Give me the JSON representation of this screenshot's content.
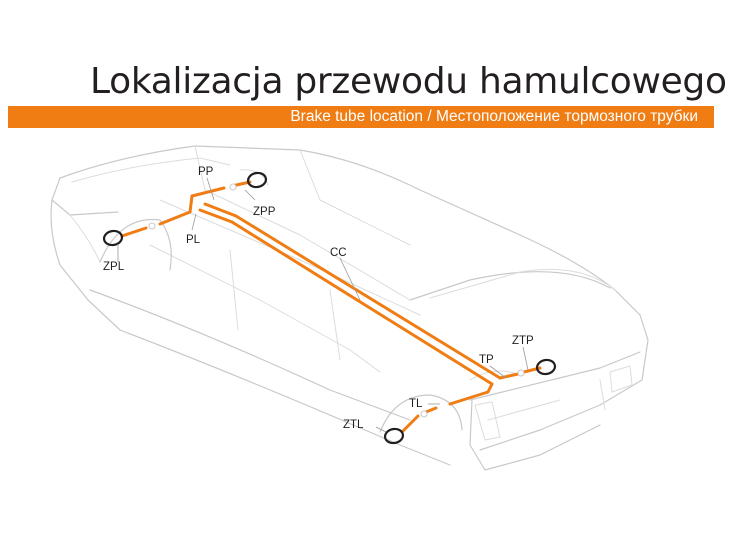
{
  "header": {
    "title": "Lokalizacja przewodu hamulcowego",
    "subtitle": "Brake tube location / Местоположение тормозного трубки"
  },
  "colors": {
    "accent": "#ef7d14",
    "text": "#231f20",
    "car_outline": "#c9c9c9"
  },
  "labels": {
    "pp": "PP",
    "zpp": "ZPP",
    "pl": "PL",
    "zpl": "ZPL",
    "cc": "CC",
    "tp": "TP",
    "ztp": "ZTP",
    "tl": "TL",
    "ztl": "ZTL"
  }
}
